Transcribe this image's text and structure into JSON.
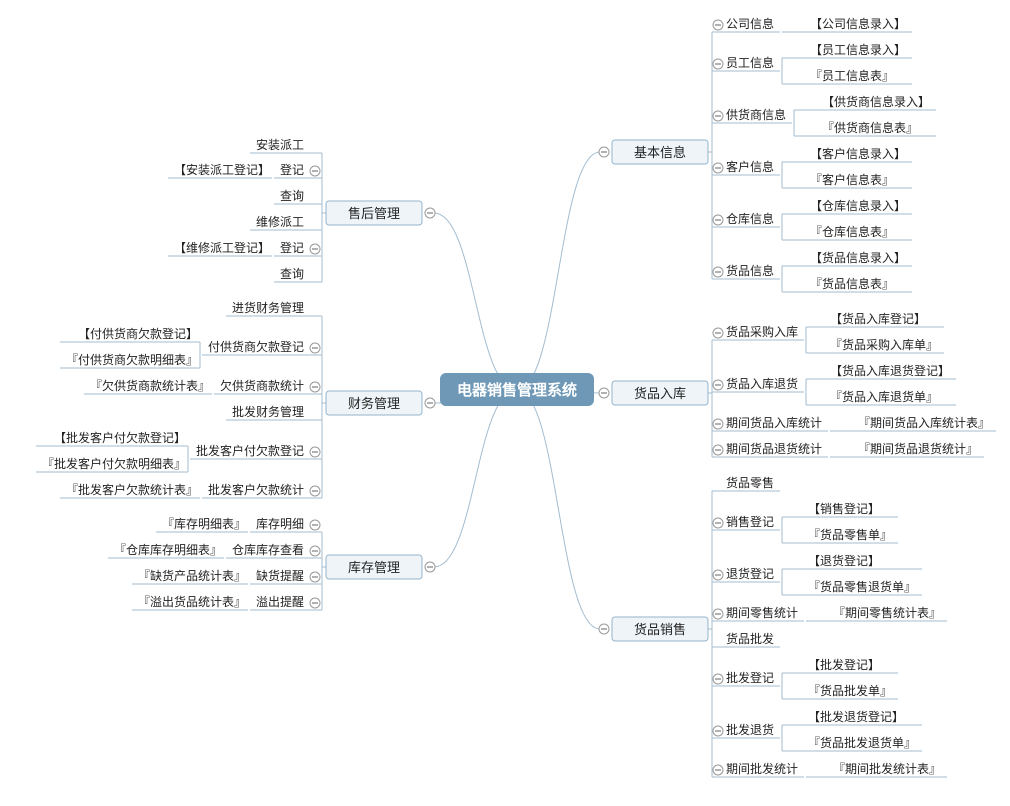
{
  "title": "电器销售管理系统",
  "colors": {
    "central_fill": "#6f98b6",
    "main_fill": "#eef4f8",
    "main_stroke": "#95b5cb",
    "line": "#a3bdd0",
    "collapse": "#999999"
  },
  "right_branches": [
    {
      "label": "基本信息",
      "children": [
        {
          "label": "公司信息",
          "children": [
            "【公司信息录入】"
          ]
        },
        {
          "label": "员工信息",
          "children": [
            "【员工信息录入】",
            "『员工信息表』"
          ]
        },
        {
          "label": "供货商信息",
          "children": [
            "【供货商信息录入】",
            "『供货商信息表』"
          ]
        },
        {
          "label": "客户信息",
          "children": [
            "【客户信息录入】",
            "『客户信息表』"
          ]
        },
        {
          "label": "仓库信息",
          "children": [
            "【仓库信息录入】",
            "『仓库信息表』"
          ]
        },
        {
          "label": "货品信息",
          "children": [
            "【货品信息录入】",
            "『货品信息表』"
          ]
        }
      ]
    },
    {
      "label": "货品入库",
      "children": [
        {
          "label": "货品采购入库",
          "children": [
            "【货品入库登记】",
            "『货品采购入库单』"
          ]
        },
        {
          "label": "货品入库退货",
          "children": [
            "【货品入库退货登记】",
            "『货品入库退货单』"
          ]
        },
        {
          "label": "期间货品入库统计",
          "children": [
            "『期间货品入库统计表』"
          ]
        },
        {
          "label": "期间货品退货统计",
          "children": [
            "『期间货品退货统计』"
          ]
        }
      ]
    },
    {
      "label": "货品销售",
      "children": [
        {
          "label": "货品零售",
          "children": []
        },
        {
          "label": "销售登记",
          "children": [
            "【销售登记】",
            "『货品零售单』"
          ]
        },
        {
          "label": "退货登记",
          "children": [
            "【退货登记】",
            "『货品零售退货单』"
          ]
        },
        {
          "label": "期间零售统计",
          "children": [
            "『期间零售统计表』"
          ]
        },
        {
          "label": "货品批发",
          "children": []
        },
        {
          "label": "批发登记",
          "children": [
            "【批发登记】",
            "『货品批发单』"
          ]
        },
        {
          "label": "批发退货",
          "children": [
            "【批发退货登记】",
            "『货品批发退货单』"
          ]
        },
        {
          "label": "期间批发统计",
          "children": [
            "『期间批发统计表』"
          ]
        }
      ]
    }
  ],
  "left_branches": [
    {
      "label": "售后管理",
      "children": [
        {
          "label": "安装派工",
          "children": []
        },
        {
          "label": "登记",
          "children": [
            "【安装派工登记】"
          ]
        },
        {
          "label": "查询",
          "children": []
        },
        {
          "label": "维修派工",
          "children": []
        },
        {
          "label": "登记",
          "children": [
            "【维修派工登记】"
          ]
        },
        {
          "label": "查询",
          "children": []
        }
      ]
    },
    {
      "label": "财务管理",
      "children": [
        {
          "label": "进货财务管理",
          "children": []
        },
        {
          "label": "付供货商欠款登记",
          "children": [
            "【付供货商欠款登记】",
            "『付供货商欠款明细表』"
          ]
        },
        {
          "label": "欠供货商款统计",
          "children": [
            "『欠供货商款统计表』"
          ]
        },
        {
          "label": "批发财务管理",
          "children": []
        },
        {
          "label": "批发客户付欠款登记",
          "children": [
            "【批发客户付欠款登记】",
            "『批发客户付欠款明细表』"
          ]
        },
        {
          "label": "批发客户欠款统计",
          "children": [
            "『批发客户欠款统计表』"
          ]
        }
      ]
    },
    {
      "label": "库存管理",
      "children": [
        {
          "label": "库存明细",
          "children": [
            "『库存明细表』"
          ]
        },
        {
          "label": "仓库库存查看",
          "children": [
            "『仓库库存明细表』"
          ]
        },
        {
          "label": "缺货提醒",
          "children": [
            "『缺货产品统计表』"
          ]
        },
        {
          "label": "溢出提醒",
          "children": [
            "『溢出货品统计表』"
          ]
        }
      ]
    }
  ]
}
